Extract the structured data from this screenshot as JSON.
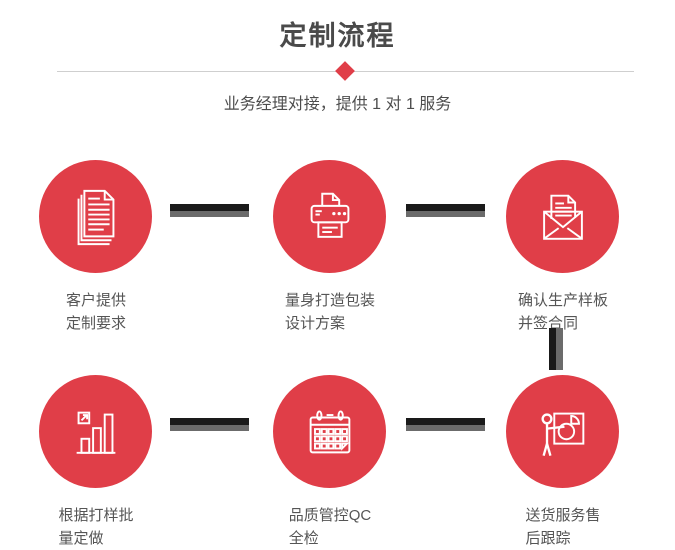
{
  "header": {
    "title": "定制流程",
    "subtitle": "业务经理对接，提供 1 对 1 服务"
  },
  "colors": {
    "accent_red": "#e03e48",
    "title_gray": "#4a4a4a",
    "label_gray": "#555555",
    "connector_black": "#1a1a1a",
    "connector_gray": "#6b6b6b",
    "divider_gray": "#cfcfcf"
  },
  "steps": [
    {
      "icon": "stacked-documents-icon",
      "label_line1": "客户提供",
      "label_line2": "定制要求"
    },
    {
      "icon": "printer-icon",
      "label_line1": "量身打造包装",
      "label_line2": "设计方案"
    },
    {
      "icon": "envelope-letter-icon",
      "label_line1": "确认生产样板",
      "label_line2": "并签合同"
    },
    {
      "icon": "bar-chart-icon",
      "label_line1": "根据打样批",
      "label_line2": "量定做"
    },
    {
      "icon": "calendar-icon",
      "label_line1": "品质管控QC",
      "label_line2": "全检"
    },
    {
      "icon": "presentation-icon",
      "label_line1": "送货服务售",
      "label_line2": "后跟踪"
    }
  ]
}
